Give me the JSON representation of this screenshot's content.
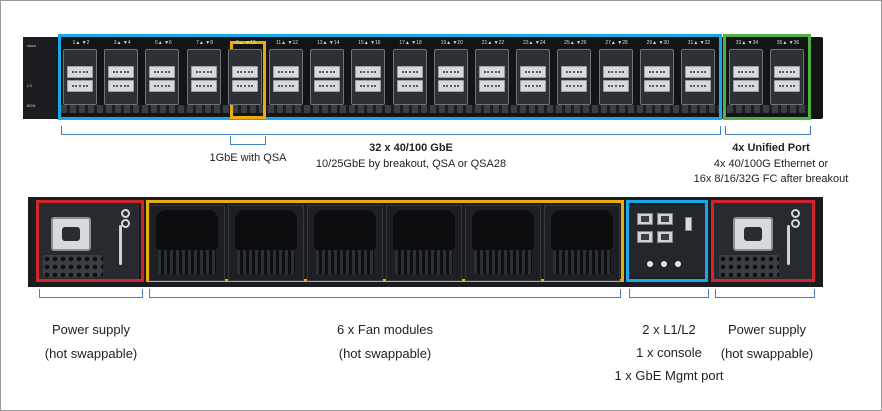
{
  "colors": {
    "highlight_blue": "#19a8e6",
    "highlight_yellow": "#e7ac0f",
    "highlight_green": "#52b043",
    "highlight_red": "#d0262b",
    "bracket_blue": "#3f7fc2"
  },
  "front_panel": {
    "port_labels": [
      "1▲",
      "▼2",
      "3▲",
      "▼4",
      "5▲",
      "▼6",
      "7▲",
      "▼8",
      "9▲",
      "▼10",
      "11▲",
      "▼12",
      "13▲",
      "▼14",
      "15▲",
      "▼16",
      "17▲",
      "▼18",
      "19▲",
      "▼20",
      "21▲",
      "▼22",
      "23▲",
      "▼24",
      "25▲",
      "▼26",
      "27▲",
      "▼28",
      "29▲",
      "▼30",
      "31▲",
      "▼32",
      "33▲",
      "▼34",
      "35▲",
      "▼36"
    ],
    "brand_text": [
      "cisco",
      "LS",
      "BCN"
    ]
  },
  "callouts": {
    "qsa": {
      "text": "1GbE with QSA"
    },
    "main_ports": {
      "title": "32 x 40/100 GbE",
      "subtitle": "10/25GbE by breakout, QSA or QSA28"
    },
    "unified": {
      "title": "4x Unified Port",
      "line1": "4x 40/100G Ethernet or",
      "line2": "16x 8/16/32G FC after breakout"
    },
    "power_left": {
      "line1": "Power supply",
      "line2": "(hot swappable)"
    },
    "fans": {
      "line1": "6 x Fan modules",
      "line2": "(hot swappable)"
    },
    "mgmt": {
      "line1": "2 x L1/L2",
      "line2": "1 x console",
      "line3": "1 x GbE Mgmt port"
    },
    "power_right": {
      "line1": "Power supply",
      "line2": "(hot swappable)"
    }
  }
}
